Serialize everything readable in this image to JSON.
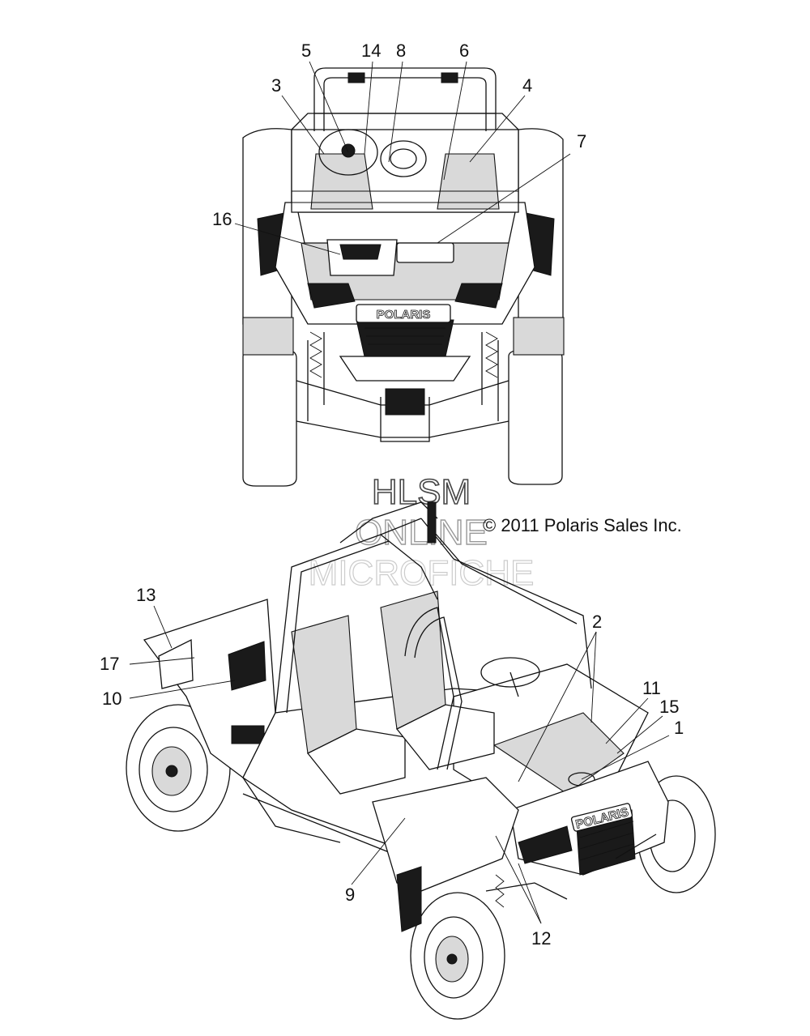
{
  "copyright": "© 2011 Polaris Sales Inc.",
  "watermark": [
    "HLSM",
    "ONLINE",
    "MICROFICHE"
  ],
  "vehicle_brand_label": "POLARIS",
  "callouts": {
    "c1": "1",
    "c2": "2",
    "c3": "3",
    "c4": "4",
    "c5": "5",
    "c6": "6",
    "c7": "7",
    "c8": "8",
    "c9": "9",
    "c10": "10",
    "c11": "11",
    "c12": "12",
    "c13": "13",
    "c14": "14",
    "c15": "15",
    "c16": "16",
    "c17": "17"
  }
}
